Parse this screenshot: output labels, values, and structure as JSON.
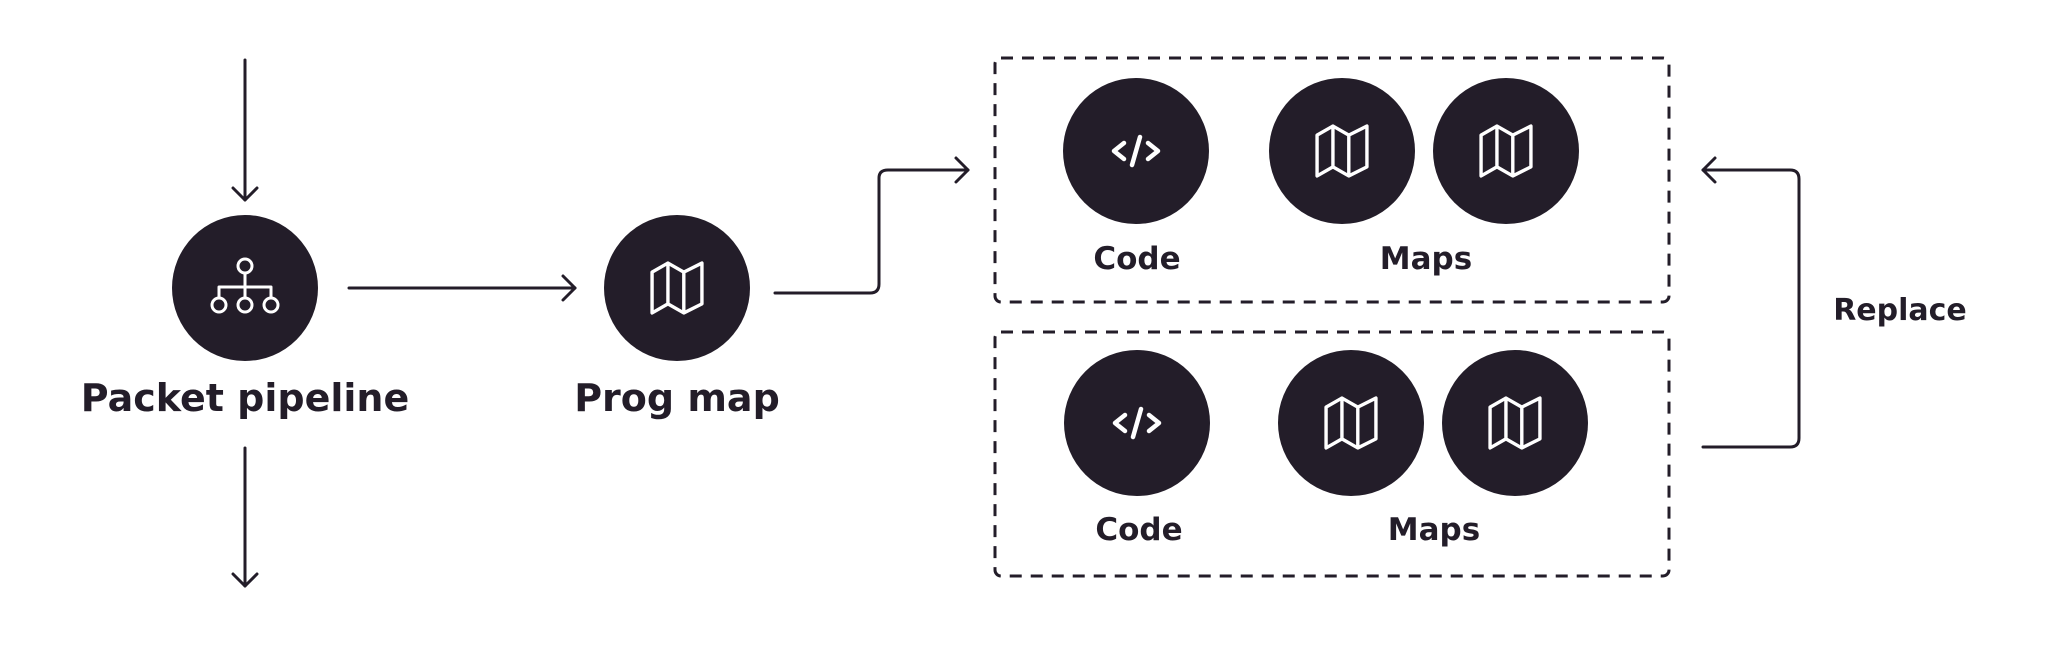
{
  "colors": {
    "ink": "#231d29",
    "icon_stroke": "#ffffff",
    "background": "#ffffff"
  },
  "nodes": {
    "packet_pipeline": {
      "label": "Packet pipeline",
      "icon": "hierarchy-icon"
    },
    "prog_map": {
      "label": "Prog map",
      "icon": "map-icon"
    }
  },
  "groups": [
    {
      "code": {
        "label": "Code",
        "icon": "code-icon"
      },
      "maps": {
        "label": "Maps",
        "icon": "map-icon",
        "count": 2
      }
    },
    {
      "code": {
        "label": "Code",
        "icon": "code-icon"
      },
      "maps": {
        "label": "Maps",
        "icon": "map-icon",
        "count": 2
      }
    }
  ],
  "replace": {
    "label": "Replace"
  }
}
